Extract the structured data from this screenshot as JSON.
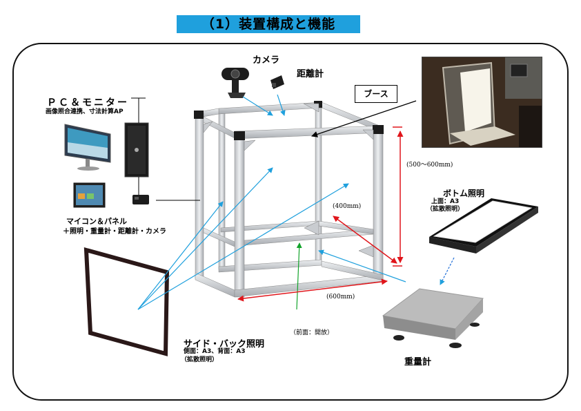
{
  "title": "（1）装置構成と機能",
  "labels": {
    "camera": "カメラ",
    "distance_meter": "距離計",
    "booth": "ブース",
    "pc_title": "ＰＣ＆モニター",
    "pc_sub": "画像照合連携、寸法計算AP",
    "micro_title": "マイコン＆パネル",
    "micro_sub": "＋照明・重量計・距離計・カメラ",
    "bottom_light": "ボトム照明",
    "bottom_light_sub1": "上面：A3",
    "bottom_light_sub2": "（拡散照明）",
    "side_light": "サイド・バック照明",
    "side_light_sub1": "側面：A3、背面：A3",
    "side_light_sub2": "（拡散照明）",
    "scale": "重量計",
    "front": "（前面：開放）"
  },
  "dimensions": {
    "height": "(500～600mm)",
    "depth": "(400mm)",
    "width": "(600mm)"
  },
  "colors": {
    "title_bg": "#1fa0dd",
    "arrow_blue": "#1fa0dd",
    "arrow_red": "#e0151b",
    "arrow_green": "#12a32a",
    "arrow_black": "#000000"
  }
}
